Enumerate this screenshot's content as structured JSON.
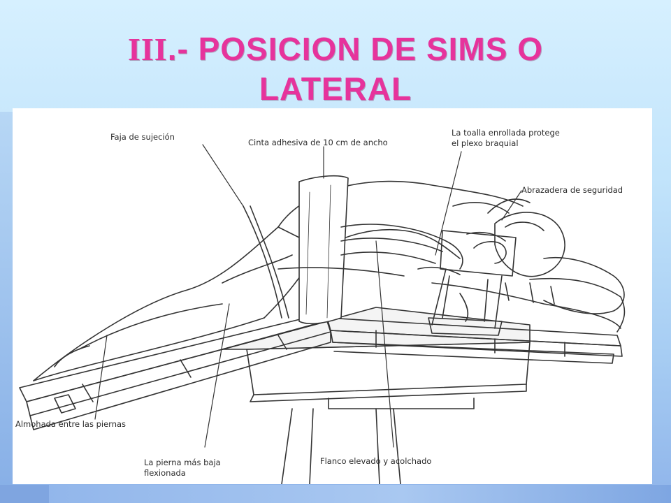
{
  "slide": {
    "title_numeral": "III",
    "title_text": ".- POSICION DE SIMS O LATERAL"
  },
  "figure": {
    "labels": {
      "faja": "Faja de sujeción",
      "cinta": "Cinta adhesiva de 10 cm de ancho",
      "toalla_line1": "La toalla enrollada protege",
      "toalla_line2": "el plexo braquial",
      "abrazadera": "Abrazadera de seguridad",
      "almohada": "Almohada entre las piernas",
      "pierna_line1": "La pierna más baja",
      "pierna_line2": "flexionada",
      "flanco": "Flanco elevado y acolchado"
    }
  }
}
